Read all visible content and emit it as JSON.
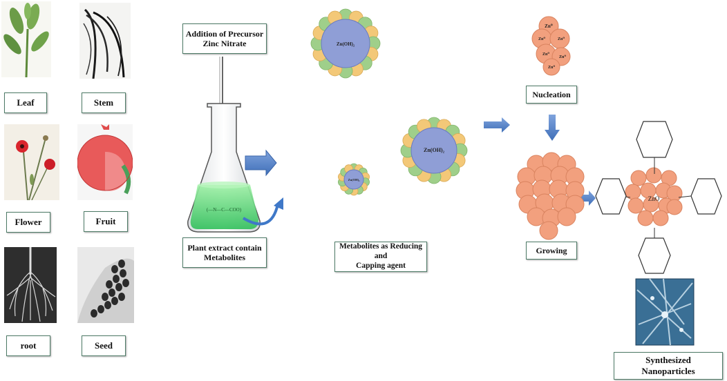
{
  "parts": {
    "leaf": "Leaf",
    "stem": "Stem",
    "flower": "Flower",
    "fruit": "Fruit",
    "root": "root",
    "seed": "Seed"
  },
  "steps": {
    "precursor": "Addition of Precursor\nZinc Nitrate",
    "plant_extract": "Plant extract contain\nMetabolites",
    "metabolites": "Metabolites as Reducing and\nCapping agent",
    "nucleation": "Nucleation",
    "growing": "Growing",
    "synthesized": "Synthesized\nNanoparticles"
  },
  "particles": {
    "zn_oh_large": "Zn(OH)₂",
    "zn_oh_small": "Zn(OH)₂",
    "zn0": "Zn⁰",
    "zno": "ZnO"
  },
  "colors": {
    "core": "#8f9ed6",
    "green_bead": "#9fcf8a",
    "yellow_bead": "#f3c878",
    "orange": "#f2a07e",
    "arrow": "#5b88c9",
    "box_border": "#4d7a66",
    "liquid": "#5fd17a"
  }
}
